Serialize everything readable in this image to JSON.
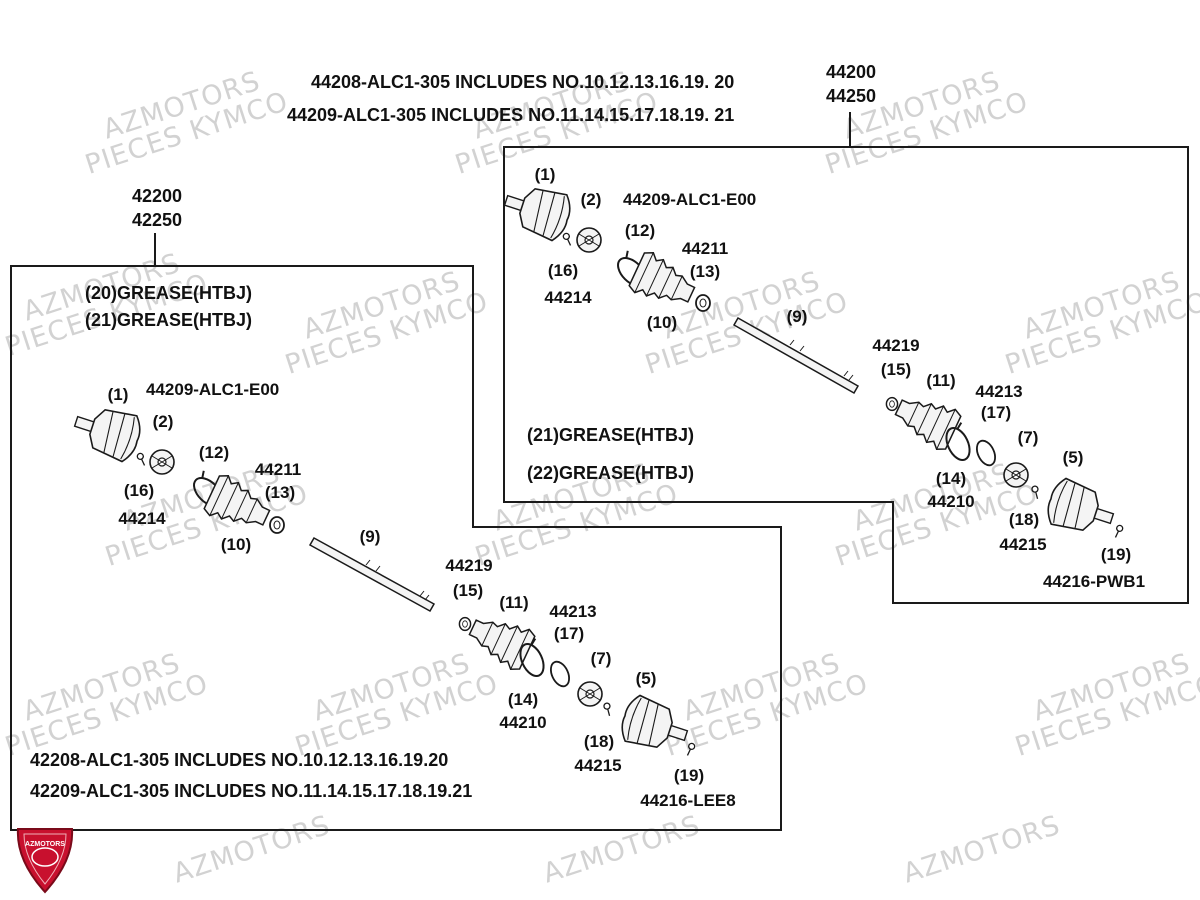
{
  "watermark": {
    "line1": "AZMOTORS",
    "line2": "PIECES KYMCO"
  },
  "logo": {
    "text": "AZMOTORS",
    "color": "#c8102e"
  },
  "colors": {
    "line": "#1a1a1a",
    "text": "#111111",
    "watermark": "#d2d2d2",
    "part_fill": "#f4f4f4"
  },
  "top_assembly": {
    "assembly_no_1": "44200",
    "assembly_no_2": "44250",
    "note_1": "44208-ALC1-305  INCLUDES NO.10.12.13.16.19. 20",
    "note_2": "44209-ALC1-305 INCLUDES NO.11.14.15.17.18.19. 21",
    "grease_1": "(21)GREASE(HTBJ)",
    "grease_2": "(22)GREASE(HTBJ)",
    "callouts": {
      "c1": "(1)",
      "c2": "(2)",
      "c16": "(16)",
      "p44214": "44214",
      "p44209": "44209-ALC1-E00",
      "c12": "(12)",
      "p44211": "44211",
      "c13": "(13)",
      "c10": "(10)",
      "c9": "(9)",
      "p44219": "44219",
      "c15": "(15)",
      "c11": "(11)",
      "p44213": "44213",
      "c17": "(17)",
      "c7": "(7)",
      "c5": "(5)",
      "c14": "(14)",
      "p44210": "44210",
      "c18": "(18)",
      "p44215": "44215",
      "c19": "(19)",
      "p44216": "44216-PWB1"
    }
  },
  "bottom_assembly": {
    "assembly_no_1": "42200",
    "assembly_no_2": "42250",
    "grease_1": "(20)GREASE(HTBJ)",
    "grease_2": "(21)GREASE(HTBJ)",
    "note_1": "42208-ALC1-305 INCLUDES NO.10.12.13.16.19.20",
    "note_2": "42209-ALC1-305 INCLUDES NO.11.14.15.17.18.19.21",
    "callouts": {
      "c1": "(1)",
      "c2": "(2)",
      "c16": "(16)",
      "p44214": "44214",
      "p44209": "44209-ALC1-E00",
      "c12": "(12)",
      "p44211": "44211",
      "c13": "(13)",
      "c10": "(10)",
      "c9": "(9)",
      "p44219": "44219",
      "c15": "(15)",
      "c11": "(11)",
      "p44213": "44213",
      "c17": "(17)",
      "c7": "(7)",
      "c5": "(5)",
      "c14": "(14)",
      "p44210": "44210",
      "c18": "(18)",
      "p44215": "44215",
      "c19": "(19)",
      "p44216": "44216-LEE8"
    }
  }
}
